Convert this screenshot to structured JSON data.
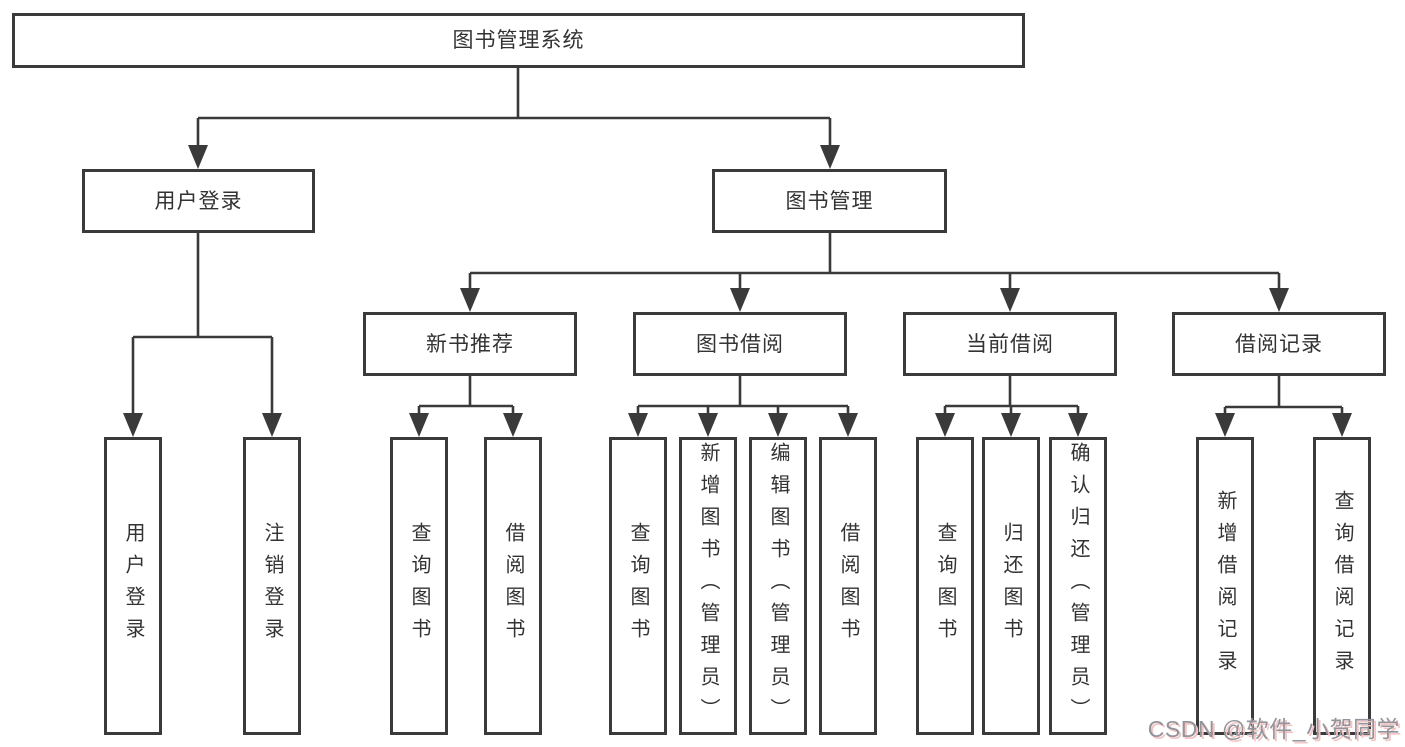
{
  "diagram": {
    "root": {
      "label": "图书管理系统"
    },
    "level2": [
      {
        "label": "用户登录"
      },
      {
        "label": "图书管理"
      }
    ],
    "level3": [
      {
        "label": "新书推荐"
      },
      {
        "label": "图书借阅"
      },
      {
        "label": "当前借阅"
      },
      {
        "label": "借阅记录"
      }
    ],
    "leaves": [
      {
        "label": "用户登录"
      },
      {
        "label": "注销登录"
      },
      {
        "label": "查询图书"
      },
      {
        "label": "借阅图书"
      },
      {
        "label": "查询图书"
      },
      {
        "label": "新增图书（管理员）"
      },
      {
        "label": "编辑图书（管理员）"
      },
      {
        "label": "借阅图书"
      },
      {
        "label": "查询图书"
      },
      {
        "label": "归还图书"
      },
      {
        "label": "确认归还（管理员）"
      },
      {
        "label": "新增借阅记录"
      },
      {
        "label": "查询借阅记录"
      }
    ]
  },
  "watermark": {
    "text": "CSDN @软件_小贺同学"
  },
  "colors": {
    "line": "#3a3a3a",
    "text": "#333333",
    "box_fill": "#ffffff",
    "background": "#ffffff",
    "watermark_text": "#8f959b",
    "watermark_shadow": "#f6c3c3"
  }
}
